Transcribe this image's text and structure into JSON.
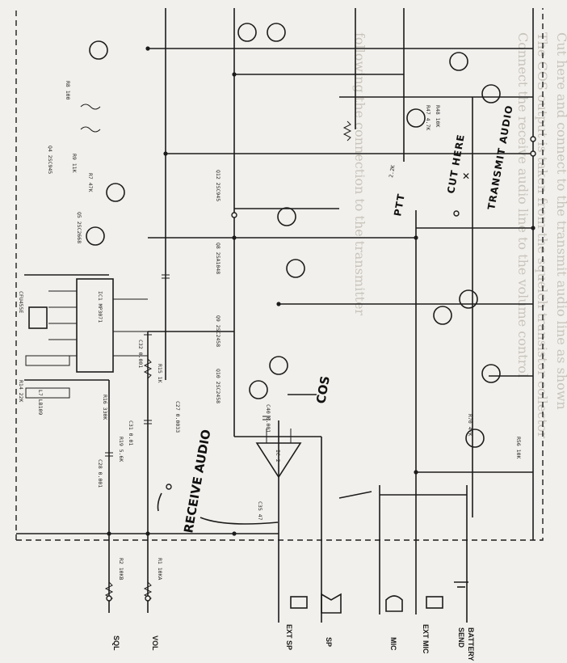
{
  "connectors": {
    "sql": "SQL",
    "vol": "VOL",
    "ext_sp": "EXT SP",
    "sp": "SP",
    "mic": "MIC",
    "ext_mic": "EXT MIC",
    "send_battery_line1": "SEND",
    "send_battery_line2": "BATTERY"
  },
  "handwritten": {
    "receive_audio": "RECEIVE AUDIO",
    "transmit_audio": "TRANSMIT AUDIO",
    "cut_here": "CUT HERE",
    "cos": "COS",
    "ptt": "PTT",
    "resistor_value": "2.2K"
  },
  "ic_labels": {
    "ic1": "IC1 MP3071",
    "ic2": "IC 2",
    "filter": "CFU455E"
  },
  "components": [
    {
      "id": "r2",
      "text": "R2 10KB"
    },
    {
      "id": "r1",
      "text": "R1 10KA"
    },
    {
      "id": "r15",
      "text": "R15 1K"
    },
    {
      "id": "r19",
      "text": "R19 5.6K"
    },
    {
      "id": "r16",
      "text": "R16 330K"
    },
    {
      "id": "r14",
      "text": "R14 22K"
    },
    {
      "id": "c28",
      "text": "C28 0.001"
    },
    {
      "id": "c27",
      "text": "C27 0.0033"
    },
    {
      "id": "c32",
      "text": "C32 0.001"
    },
    {
      "id": "q4",
      "text": "Q4 2SC945"
    },
    {
      "id": "q5",
      "text": "Q5 2SC2668"
    },
    {
      "id": "q8",
      "text": "Q8 2SA1048"
    },
    {
      "id": "q9",
      "text": "Q9 2SC2458"
    },
    {
      "id": "q10",
      "text": "Q10 2SC2458"
    },
    {
      "id": "q12",
      "text": "Q12 2SC945"
    },
    {
      "id": "r8",
      "text": "R8 100"
    },
    {
      "id": "r7",
      "text": "R7 47K"
    },
    {
      "id": "r9",
      "text": "R9 11K"
    },
    {
      "id": "r47",
      "text": "R47 4.7K"
    },
    {
      "id": "r48",
      "text": "R48 10K"
    },
    {
      "id": "r70",
      "text": "R70 47K"
    },
    {
      "id": "r56",
      "text": "R56 10K"
    },
    {
      "id": "c31",
      "text": "C31 0.01"
    },
    {
      "id": "c40",
      "text": "C40 0.001"
    },
    {
      "id": "c35",
      "text": "C35 47"
    },
    {
      "id": "l7",
      "text": "L7 LB109"
    }
  ]
}
